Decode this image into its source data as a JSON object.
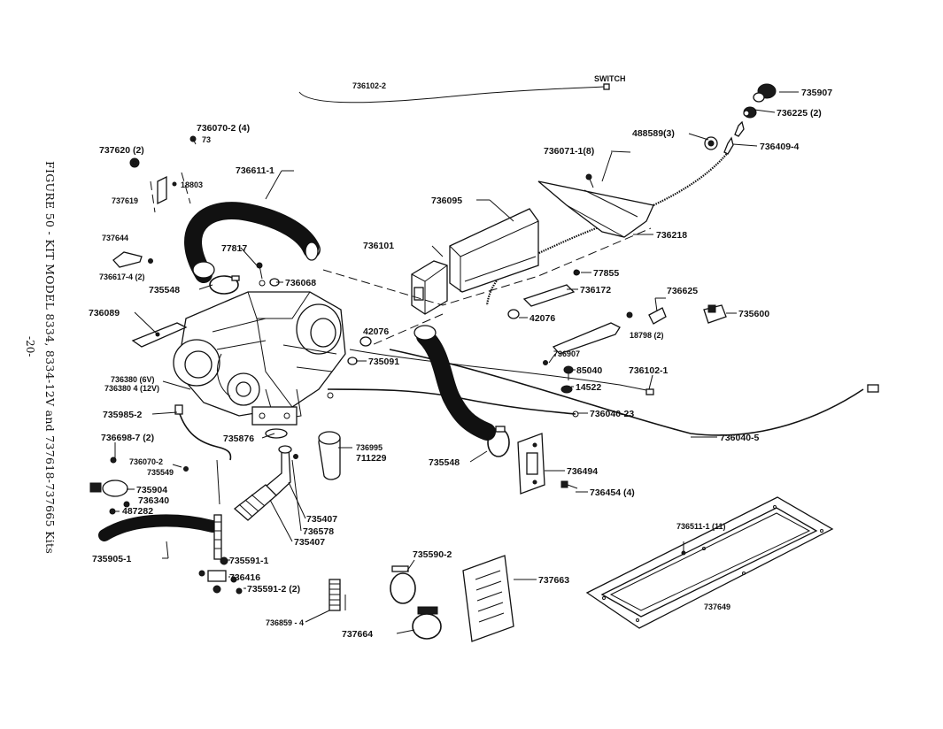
{
  "figure_caption": "FIGURE 50 - KIT MODEL 8334, 8334-12V and 737618-737665 Kits",
  "page_number": "-20-",
  "labels": [
    {
      "id": "l736102_2",
      "text": "736102-2"
    },
    {
      "id": "lswitch",
      "text": "SWITCH"
    },
    {
      "id": "l735907",
      "text": "735907"
    },
    {
      "id": "l736225",
      "text": "736225 (2)"
    },
    {
      "id": "l488589",
      "text": "488589(3)"
    },
    {
      "id": "l736409_4",
      "text": "736409-4"
    },
    {
      "id": "l736070_2_4",
      "text": "736070-2 (4)"
    },
    {
      "id": "l73",
      "text": "73"
    },
    {
      "id": "l737620",
      "text": "737620 (2)"
    },
    {
      "id": "l18803",
      "text": "18803"
    },
    {
      "id": "l737619",
      "text": "737619"
    },
    {
      "id": "l736611_1",
      "text": "736611-1"
    },
    {
      "id": "l736071_1",
      "text": "736071-1(8)"
    },
    {
      "id": "l736095",
      "text": "736095"
    },
    {
      "id": "l736218",
      "text": "736218"
    },
    {
      "id": "l737644",
      "text": "737644"
    },
    {
      "id": "l736617",
      "text": "736617-4 (2)"
    },
    {
      "id": "l77817",
      "text": "77817"
    },
    {
      "id": "l736101",
      "text": "736101"
    },
    {
      "id": "l77855",
      "text": "77855"
    },
    {
      "id": "l735548a",
      "text": "735548"
    },
    {
      "id": "l736068",
      "text": "736068"
    },
    {
      "id": "l736172",
      "text": "736172"
    },
    {
      "id": "l736625",
      "text": "736625"
    },
    {
      "id": "l736089",
      "text": "736089"
    },
    {
      "id": "l42076a",
      "text": "42076"
    },
    {
      "id": "l42076b",
      "text": "42076"
    },
    {
      "id": "l735600",
      "text": "735600"
    },
    {
      "id": "l18798",
      "text": "18798 (2)"
    },
    {
      "id": "l735091",
      "text": "735091"
    },
    {
      "id": "l736907",
      "text": "736907"
    },
    {
      "id": "l85040",
      "text": "85040"
    },
    {
      "id": "l736102_1",
      "text": "736102-1"
    },
    {
      "id": "l736380_6",
      "text": "736380 (6V)"
    },
    {
      "id": "l736380_12",
      "text": "736380 4 (12V)"
    },
    {
      "id": "l14522",
      "text": "14522"
    },
    {
      "id": "l735985",
      "text": "735985-2"
    },
    {
      "id": "l736040_23",
      "text": "736040-23"
    },
    {
      "id": "l736698",
      "text": "736698-7 (2)"
    },
    {
      "id": "l735876",
      "text": "735876"
    },
    {
      "id": "l736040_5",
      "text": "736040-5"
    },
    {
      "id": "l736995",
      "text": "736995"
    },
    {
      "id": "l711229",
      "text": "711229"
    },
    {
      "id": "l736070_2",
      "text": "736070-2"
    },
    {
      "id": "l735549",
      "text": "735549"
    },
    {
      "id": "l735548b",
      "text": "735548"
    },
    {
      "id": "l736494",
      "text": "736494"
    },
    {
      "id": "l735904",
      "text": "735904"
    },
    {
      "id": "l736340",
      "text": "736340"
    },
    {
      "id": "l487282",
      "text": "487282"
    },
    {
      "id": "l736454",
      "text": "736454 (4)"
    },
    {
      "id": "l735407a",
      "text": "735407"
    },
    {
      "id": "l736578",
      "text": "736578"
    },
    {
      "id": "l735407b",
      "text": "735407"
    },
    {
      "id": "l736511",
      "text": "736511-1 (11)"
    },
    {
      "id": "l735905",
      "text": "735905-1"
    },
    {
      "id": "l735591_1",
      "text": "735591-1"
    },
    {
      "id": "l735590_2",
      "text": "735590-2"
    },
    {
      "id": "l736416",
      "text": "736416"
    },
    {
      "id": "l737663",
      "text": "737663"
    },
    {
      "id": "l735591_2",
      "text": "735591-2 (2)"
    },
    {
      "id": "l737649",
      "text": "737649"
    },
    {
      "id": "l736859",
      "text": "736859 - 4"
    },
    {
      "id": "l737664",
      "text": "737664"
    }
  ]
}
